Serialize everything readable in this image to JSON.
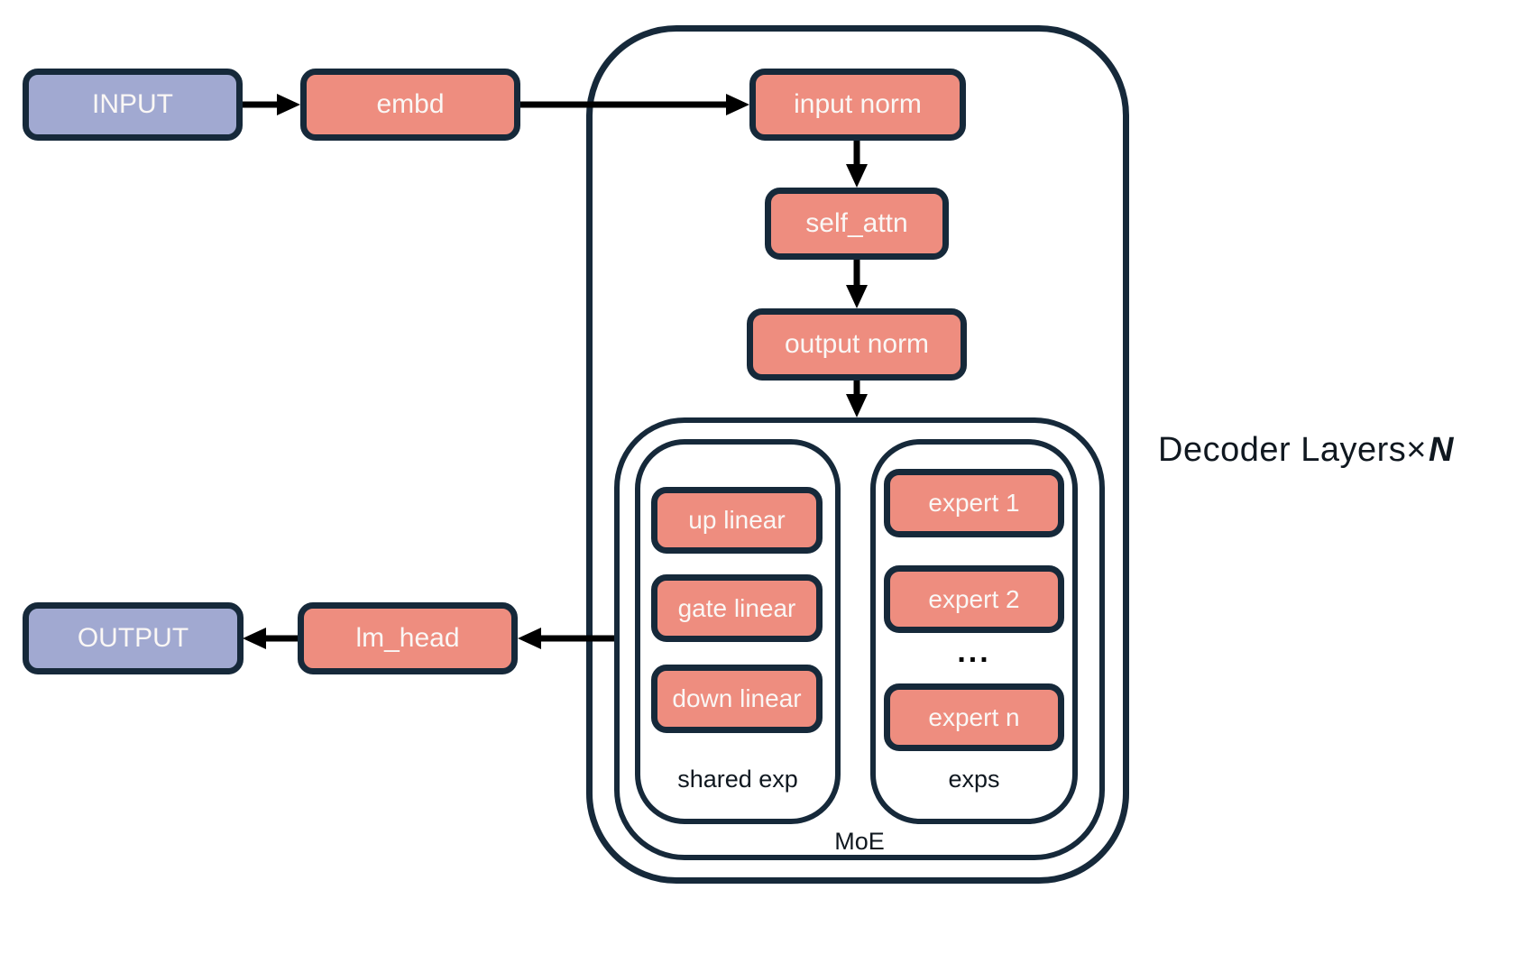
{
  "diagram": {
    "title_note": "MoE decoder language-model architecture flow diagram",
    "nodes": {
      "input": "INPUT",
      "embd": "embd",
      "input_norm": "input norm",
      "self_attn": "self_attn",
      "output_norm": "output norm",
      "up_linear": "up linear",
      "gate_linear": "gate linear",
      "down_linear": "down linear",
      "expert_1": "expert 1",
      "expert_2": "expert 2",
      "experts_ellipsis": "...",
      "expert_n": "expert n",
      "lm_head": "lm_head",
      "output": "OUTPUT"
    },
    "groups": {
      "shared_exp": "shared exp",
      "exps": "exps",
      "moe": "MoE",
      "decoder_layers_prefix": "Decoder Layers×",
      "decoder_layers_n": "N"
    },
    "colors": {
      "module_fill": "#ee8d7f",
      "io_fill": "#a1a9d1",
      "outline": "#16293a",
      "arrow": "#000000",
      "module_text": "#faf7f5",
      "label_text": "#101820",
      "background": "#ffffff"
    }
  }
}
